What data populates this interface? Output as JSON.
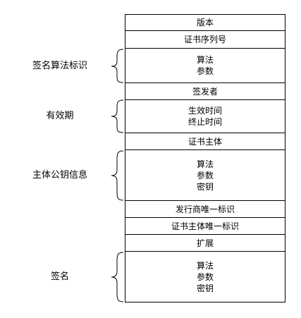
{
  "rows": [
    {
      "lines": [
        "版本"
      ]
    },
    {
      "lines": [
        "证书序列号"
      ]
    },
    {
      "lines": [
        "算法",
        "参数"
      ]
    },
    {
      "lines": [
        "签发者"
      ]
    },
    {
      "lines": [
        "生效时间",
        "终止时间"
      ]
    },
    {
      "lines": [
        "证书主体"
      ]
    },
    {
      "lines": [
        "算法",
        "参数",
        "密钥"
      ]
    },
    {
      "lines": [
        "发行商唯一标识"
      ]
    },
    {
      "lines": [
        "证书主体唯一标识"
      ]
    },
    {
      "lines": [
        "扩展"
      ]
    },
    {
      "lines": [
        "算法",
        "参数",
        "密钥"
      ]
    }
  ],
  "groups": [
    {
      "label": "签名算法标识",
      "row": 2
    },
    {
      "label": "有效期",
      "row": 4
    },
    {
      "label": "主体公钥信息",
      "row": 6
    },
    {
      "label": "签名",
      "row": 10
    }
  ],
  "colors": {
    "line": "#000000",
    "background": "#ffffff"
  }
}
